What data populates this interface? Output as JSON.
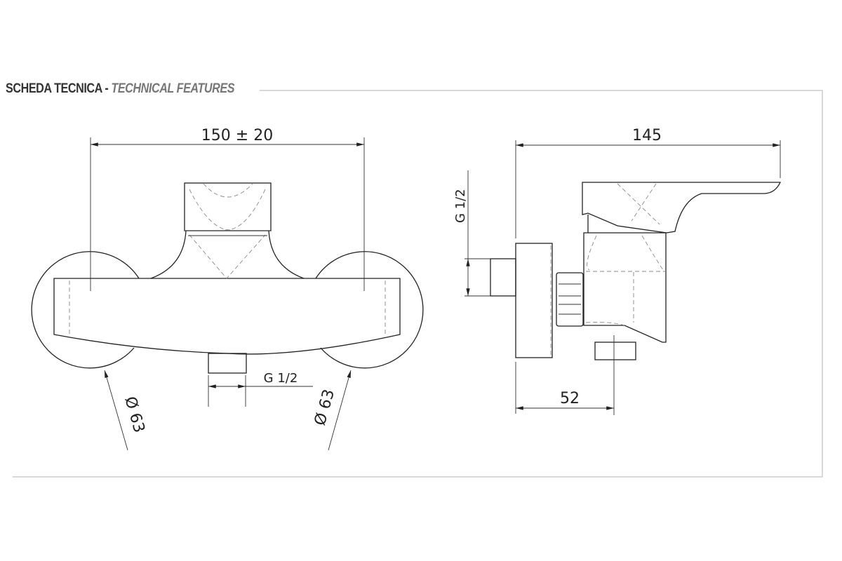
{
  "header": {
    "title_it": "SCHEDA TECNICA",
    "separator": "-",
    "title_en": "TECHNICAL FEATURES"
  },
  "front_view": {
    "width_dim": "150 ± 20",
    "outlet_dim": "G 1/2",
    "left_diameter": "Ø 63",
    "right_diameter": "Ø 63"
  },
  "side_view": {
    "depth_dim": "145",
    "inlet_dim": "G 1/2",
    "outlet_offset_dim": "52"
  }
}
